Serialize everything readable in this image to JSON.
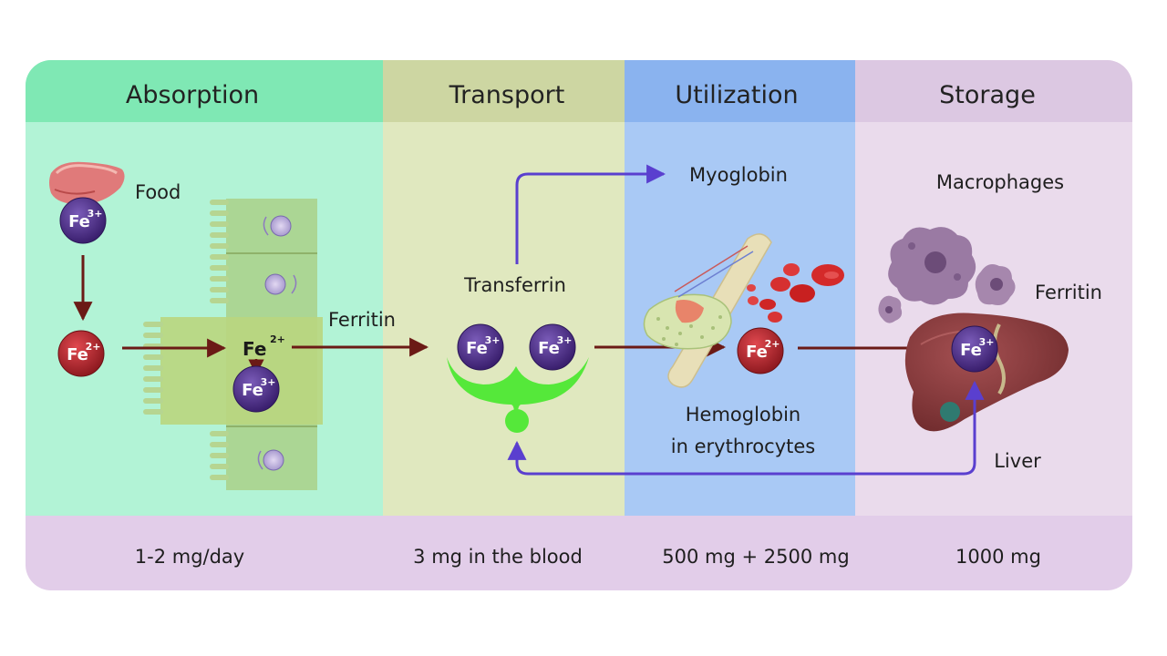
{
  "stages": [
    {
      "title": "Absorption",
      "amount": "1-2 mg/day"
    },
    {
      "title": "Transport",
      "amount": "3 mg in the blood"
    },
    {
      "title": "Utilization",
      "amount": "500 mg + 2500 mg"
    },
    {
      "title": "Storage",
      "amount": "1000 mg"
    }
  ],
  "labels": {
    "food": "Food",
    "ferritin_absorption": "Ferritin",
    "transferrin": "Transferrin",
    "myoglobin": "Myoglobin",
    "hemoglobin_line1": "Hemoglobin",
    "hemoglobin_line2": "in erythrocytes",
    "macrophages": "Macrophages",
    "ferritin_storage": "Ferritin",
    "liver": "Liver"
  },
  "ions": {
    "ferric": {
      "base": "Fe",
      "charge": "3+"
    },
    "ferrous": {
      "base": "Fe",
      "charge": "2+"
    }
  },
  "colors": {
    "absorption_bg": "#b2f3d6",
    "absorption_header": "#7fe8b4",
    "transport_bg": "#e0e8bf",
    "transport_header": "#cdd6a2",
    "utilization_bg": "#a9c9f5",
    "utilization_header": "#8ab3ef",
    "storage_bg": "#eadbec",
    "storage_header": "#dcc8e2",
    "footer_bg": "#e2cde9",
    "ferric_ion": "#4b2e83",
    "ferrous_ion": "#b3262e",
    "flow_arrow": "#6b1a16",
    "cycle_arrow": "#5a3fcf",
    "transferrin_protein": "#55e83a"
  },
  "icons": [
    "meat-icon",
    "intestinal-cell-icon",
    "bone-marrow-icon",
    "erythrocyte-icon",
    "macrophage-icon",
    "liver-icon",
    "transferrin-icon"
  ]
}
